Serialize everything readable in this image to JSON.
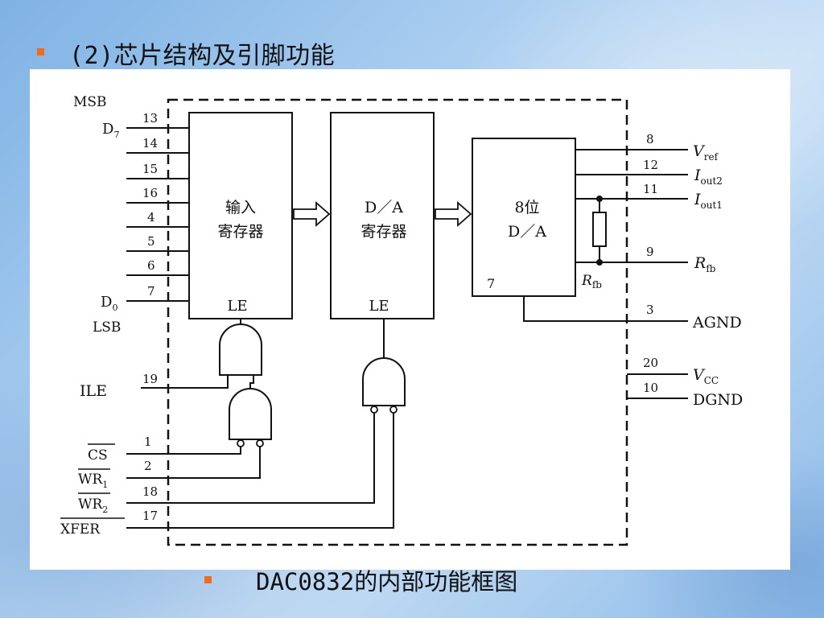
{
  "slide": {
    "heading": "(2)芯片结构及引脚功能",
    "caption": "DAC0832的内部功能框图",
    "bullet_color": "#f26b1d"
  },
  "diagram": {
    "blocks": {
      "input_register": [
        "输入",
        "寄存器",
        "LE"
      ],
      "da_register": [
        "D／A",
        "寄存器",
        "LE"
      ],
      "dac": [
        "8位",
        "D／A",
        "7"
      ]
    },
    "left_pins": {
      "msb": "MSB",
      "d7_main": "D",
      "d7_sub": "7",
      "d0_main": "D",
      "d0_sub": "0",
      "lsb": "LSB",
      "data_pin_numbers": [
        "13",
        "14",
        "15",
        "16",
        "4",
        "5",
        "6",
        "7"
      ],
      "ile": "ILE",
      "ile_pin": "19",
      "cs": "CS",
      "cs_pin": "1",
      "wr1": "WR",
      "wr1_sub": "1",
      "wr1_pin": "2",
      "wr2": "WR",
      "wr2_sub": "2",
      "wr2_pin": "18",
      "xfer": "XFER",
      "xfer_pin": "17"
    },
    "right_pins": {
      "vref_pin": "8",
      "vref_main": "V",
      "vref_sub": "ref",
      "iout2_pin": "12",
      "iout2_main": "I",
      "iout2_sub": "out2",
      "iout1_pin": "11",
      "iout1_main": "I",
      "iout1_sub": "out1",
      "rfb_pin": "9",
      "rfb_main": "R",
      "rfb_sub": "fb",
      "agnd_pin": "3",
      "agnd": "AGND",
      "vcc_pin": "20",
      "vcc_main": "V",
      "vcc_sub": "CC",
      "dgnd_pin": "10",
      "dgnd": "DGND"
    },
    "feedback_resistor": {
      "main": "R",
      "sub": "fb"
    }
  }
}
